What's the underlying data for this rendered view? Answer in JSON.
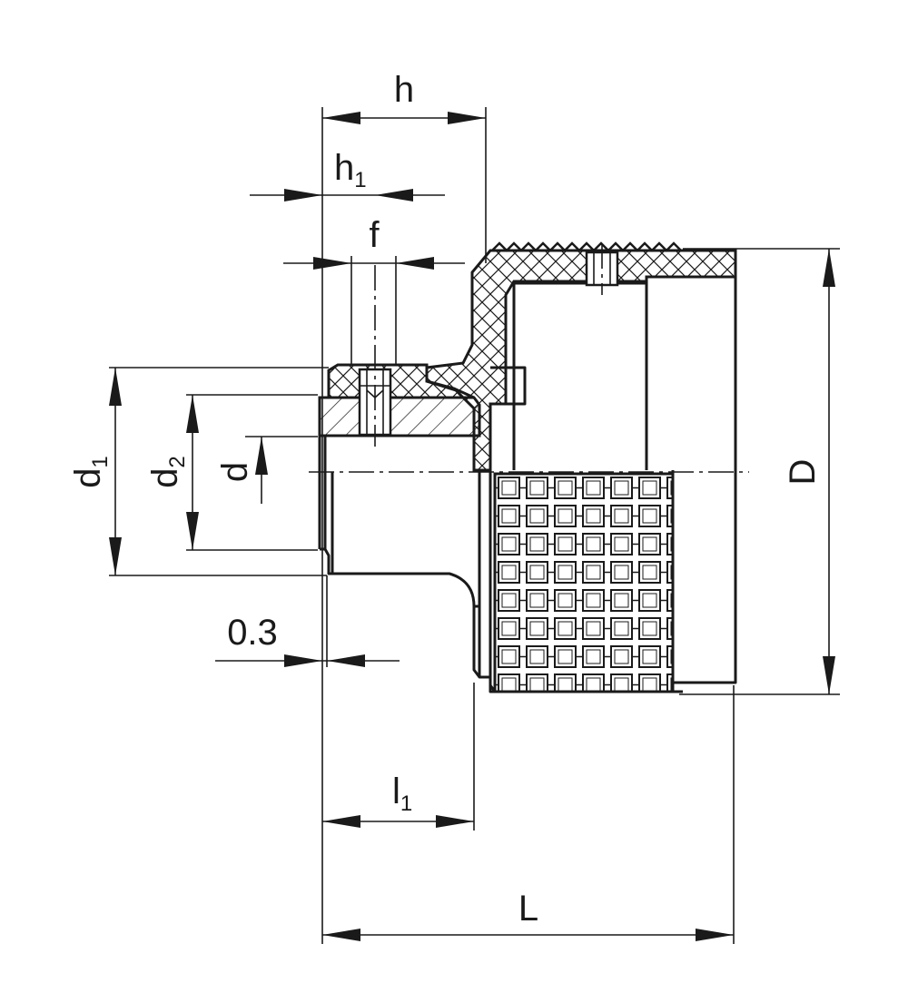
{
  "labels": {
    "h": {
      "main": "h",
      "sub": ""
    },
    "h1": {
      "main": "h",
      "sub": "1"
    },
    "f": {
      "main": "f",
      "sub": ""
    },
    "d1": {
      "main": "d",
      "sub": "1"
    },
    "d2": {
      "main": "d",
      "sub": "2"
    },
    "d": {
      "main": "d",
      "sub": ""
    },
    "D": {
      "main": "D",
      "sub": ""
    },
    "gap": {
      "main": "0.3",
      "sub": ""
    },
    "l1": {
      "main": "l",
      "sub": "1"
    },
    "L": {
      "main": "L",
      "sub": ""
    }
  },
  "colors": {
    "line": "#1a1a1a",
    "background": "#ffffff"
  }
}
